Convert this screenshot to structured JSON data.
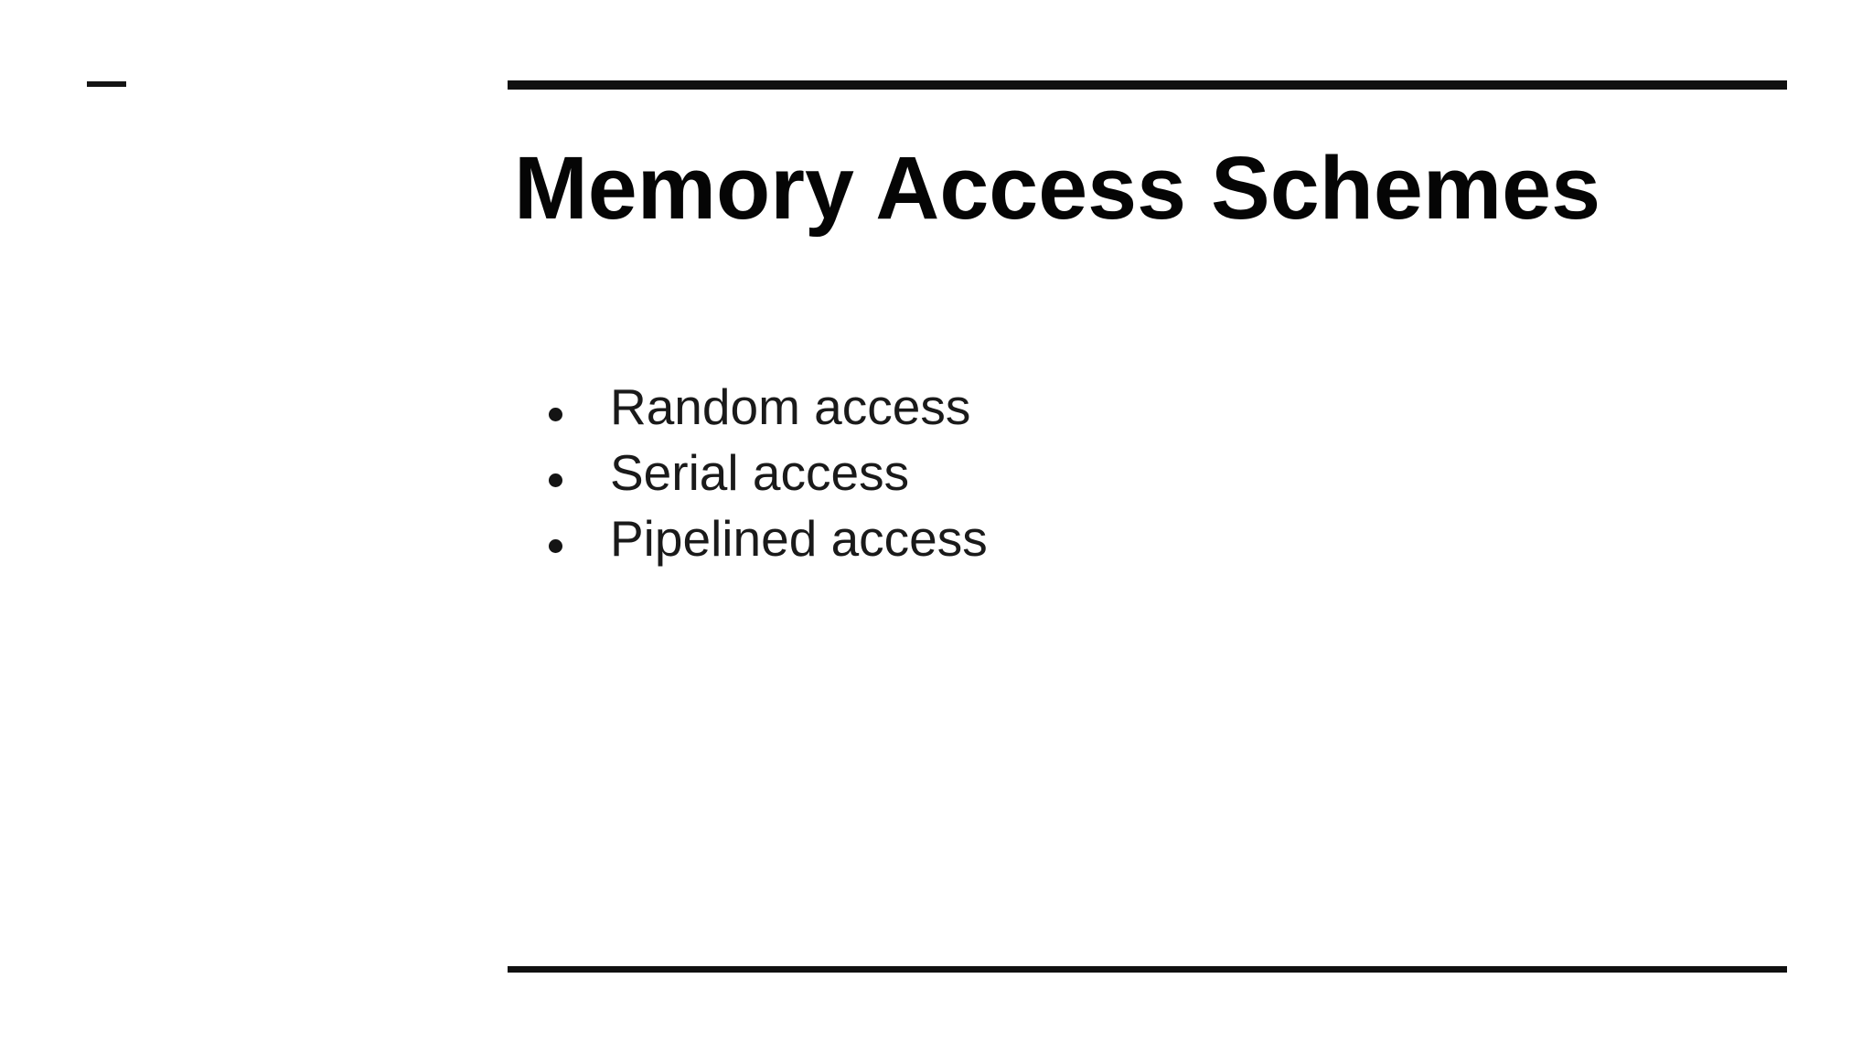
{
  "slide": {
    "title": "Memory Access Schemes",
    "bullets": [
      "Random access",
      "Serial access",
      "Pipelined access"
    ]
  },
  "decorations": {
    "corner_dash_icon": "dash",
    "bullet_icon": "filled-circle"
  },
  "colors": {
    "background": "#ffffff",
    "title_text": "#050505",
    "body_text": "#1a1a1a",
    "rule": "#101010"
  }
}
